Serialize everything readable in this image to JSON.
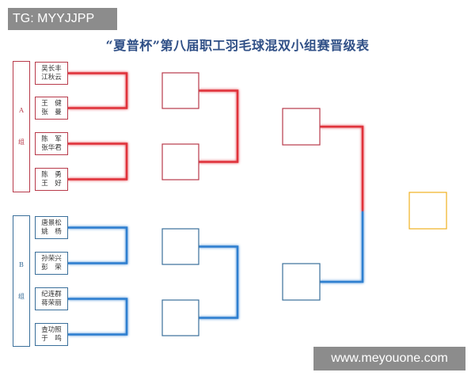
{
  "watermarks": {
    "top_left": "TG: MYYJJPP",
    "bottom_right": "www.meyouone.com"
  },
  "title": "“夏普杯”第八届职工羽毛球混双小组赛晋级表",
  "colors": {
    "group_a": "#e0303a",
    "group_b": "#2f7fd0",
    "final": "#f0b020",
    "group_a_box": "#b83a4a",
    "group_b_box": "#3a6f9a"
  },
  "groups": [
    {
      "letter": "A",
      "label": "组",
      "pairs": [
        [
          "吴长丰",
          "江秋云"
        ],
        [
          "王　健",
          "张　曼"
        ],
        [
          "陈　军",
          "张华君"
        ],
        [
          "陈　勇",
          "王　好"
        ]
      ]
    },
    {
      "letter": "B",
      "label": "组",
      "pairs": [
        [
          "唐景松",
          "姚　杨"
        ],
        [
          "孙荣兴",
          "彭　荣"
        ],
        [
          "纪连群",
          "蒋荣丽"
        ],
        [
          "查功照",
          "于　鸣"
        ]
      ]
    }
  ]
}
